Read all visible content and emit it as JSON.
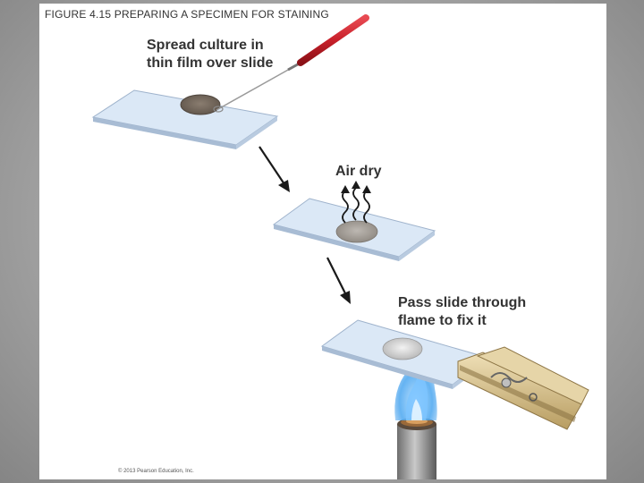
{
  "figure_title": "FIGURE 4.15 PREPARING A SPECIMEN FOR STAINING",
  "steps": [
    {
      "lines": [
        "Spread culture in",
        "thin film over slide"
      ]
    },
    {
      "lines": [
        "Air dry"
      ]
    },
    {
      "lines": [
        "Pass slide through",
        "flame to fix it"
      ]
    }
  ],
  "copyright": "© 2013 Pearson Education, Inc.",
  "colors": {
    "slide": "#d3e2f3",
    "slide_edge": "#8fa6c2",
    "loop_handle": "#c8202a",
    "flame": "#1e88e5",
    "clothespin": "#d9c69a",
    "background": "#a0a0a0"
  }
}
